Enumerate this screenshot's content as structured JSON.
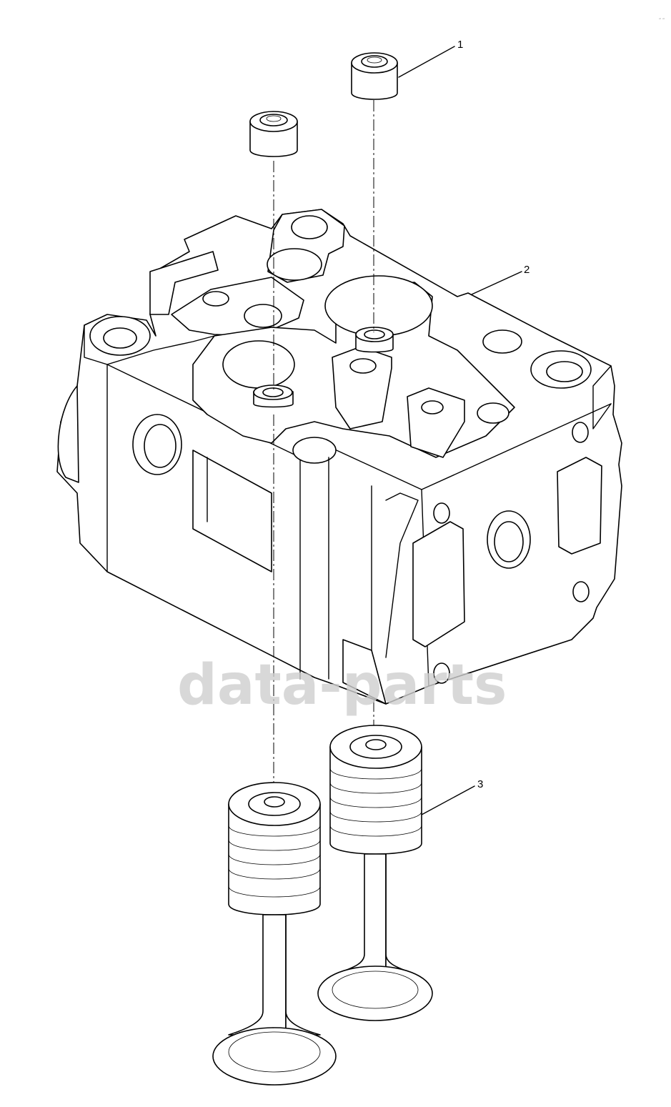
{
  "callouts": [
    {
      "number": "1"
    },
    {
      "number": "2"
    },
    {
      "number": "3"
    }
  ],
  "watermark": {
    "text": "data-parts",
    "color": "#cfcfcf"
  },
  "corner_mark": "” ”",
  "colors": {
    "line": "#000000",
    "background": "#ffffff",
    "watermark": "#cfcfcf"
  }
}
